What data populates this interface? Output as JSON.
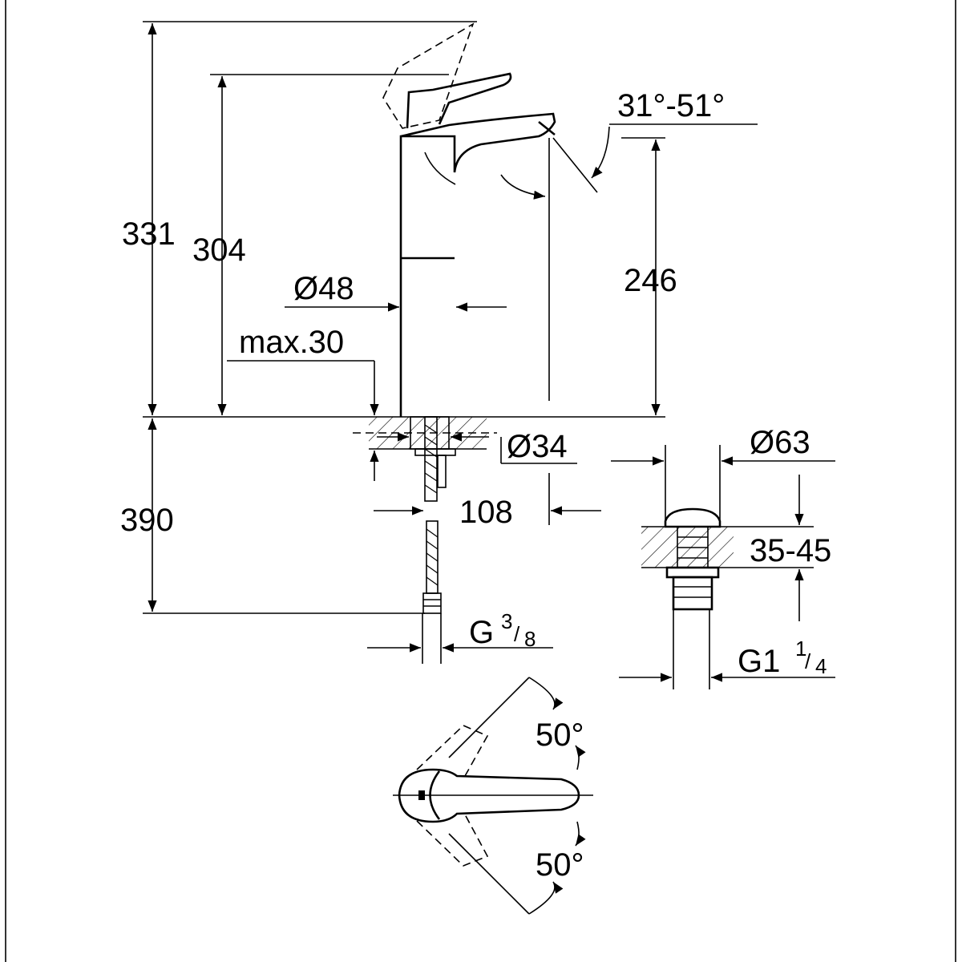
{
  "drawing": {
    "title": "Basin mixer dimension drawing",
    "dimensions": {
      "total_height": "331",
      "lever_height": "304",
      "body_diameter": "Ø48",
      "max_deck": "max.30",
      "spout_height": "246",
      "spout_angle": "31°-51°",
      "hole_diameter": "Ø34",
      "projection": "108",
      "hose_length": "390",
      "hose_thread_main": "G",
      "hose_thread_num": "3",
      "hose_thread_den": "8",
      "waste_diameter": "Ø63",
      "waste_range": "35-45",
      "waste_thread_main": "G1",
      "waste_thread_num": "1",
      "waste_thread_den": "4",
      "rotation_top": "50°",
      "rotation_bottom": "50°"
    }
  }
}
